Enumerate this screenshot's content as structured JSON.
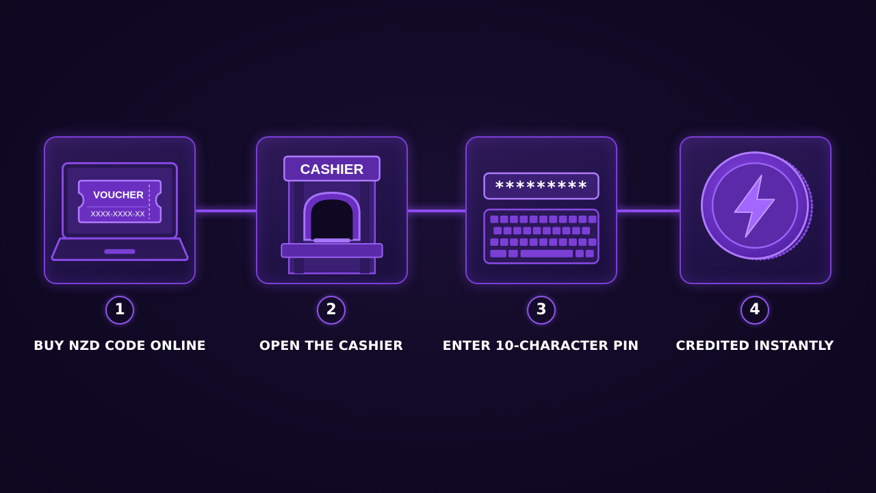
{
  "steps": [
    {
      "number": "1",
      "label": "BUY NZD CODE ONLINE",
      "icon": "laptop-voucher-icon",
      "voucher_title": "VOUCHER",
      "voucher_code": "XXXX-XXXX-XX"
    },
    {
      "number": "2",
      "label": "OPEN THE CASHIER",
      "icon": "cashier-booth-icon",
      "sign_text": "CASHIER"
    },
    {
      "number": "3",
      "label": "ENTER 10-CHARACTER PIN",
      "icon": "pin-keyboard-icon",
      "pin_mask": "*********"
    },
    {
      "number": "4",
      "label": "CREDITED INSTANTLY",
      "icon": "lightning-coin-icon"
    }
  ],
  "colors": {
    "background": "#120a26",
    "accent": "#8d4df0",
    "card_border": "#7b3fd6",
    "text": "#ffffff"
  }
}
